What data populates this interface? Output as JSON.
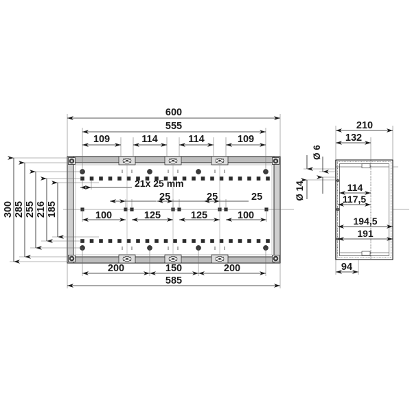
{
  "drawing": {
    "title": "Enclosure technical drawing",
    "type": "mechanical-dimension-drawing",
    "units": "mm",
    "line_color": "#1a1a1a",
    "fill_light": "#f2f2f2",
    "fill_mid": "#b8b8b8",
    "fill_dark": "#3a3a3a"
  },
  "front_view": {
    "name": "front-view",
    "outer_width_label": "600",
    "outer_height_label": "300",
    "top_dimensions": {
      "overall": "600",
      "inner_overall": "555",
      "segments": [
        "109",
        "114",
        "114",
        "109"
      ]
    },
    "left_dimensions": [
      "300",
      "285",
      "255",
      "216",
      "185"
    ],
    "bottom_dimensions": {
      "segments": [
        "200",
        "150",
        "200"
      ],
      "overall": "585"
    },
    "inner_dimensions": {
      "hole_pitch_note": "21x 25 mm",
      "small_offsets": [
        "25",
        "25",
        "25"
      ],
      "spans": [
        "100",
        "125",
        "125",
        "100"
      ]
    },
    "hole_grid": {
      "square_count_per_row": 21,
      "square_pitch": "25",
      "rows": 3
    },
    "hinge_count": 3,
    "corner_screw_count": 4
  },
  "side_view": {
    "name": "side-view",
    "top_dimensions": [
      "210",
      "132"
    ],
    "diameter_labels": [
      "Ø 6",
      "Ø 14"
    ],
    "inner_dimensions": [
      "114",
      "117,5",
      "194,5",
      "191"
    ],
    "bottom_dimension": "94"
  }
}
